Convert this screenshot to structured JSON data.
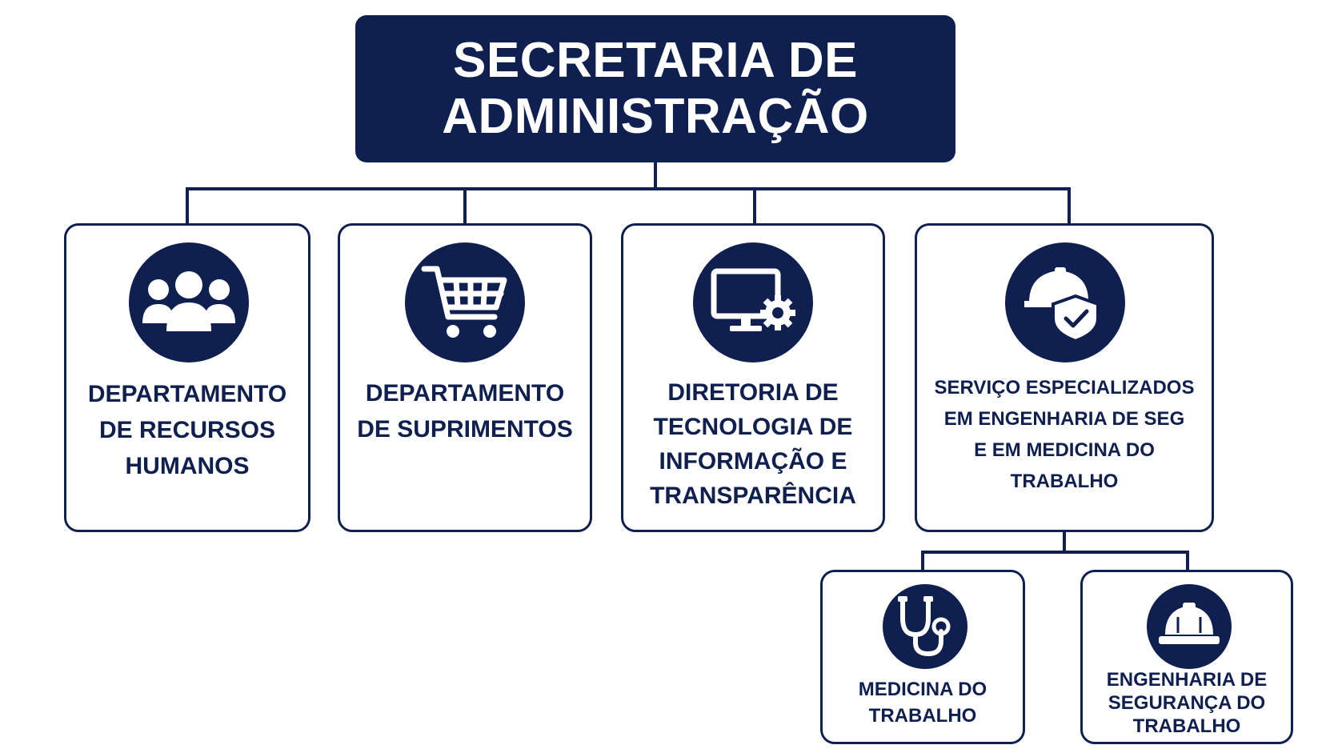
{
  "root": {
    "title": "SECRETARIA DE\nADMINISTRAÇÃO"
  },
  "departments": [
    {
      "label": "DEPARTAMENTO\nDE RECURSOS\nHUMANOS",
      "icon": "users-group-icon"
    },
    {
      "label": "DEPARTAMENTO\nDE SUPRIMENTOS",
      "icon": "shopping-cart-icon"
    },
    {
      "label": "DIRETORIA DE\nTECNOLOGIA DE\nINFORMAÇÃO E\nTRANSPARÊNCIA",
      "icon": "monitor-gear-icon"
    },
    {
      "label": "SERVIÇO ESPECIALIZADOS\nEM ENGENHARIA DE SEG\nE EM MEDICINA DO\nTRABALHO",
      "icon": "helmet-shield-icon"
    }
  ],
  "sub_units": [
    {
      "label": "MEDICINA DO\nTRABALHO",
      "icon": "stethoscope-icon"
    },
    {
      "label": "ENGENHARIA DE\nSEGURANÇA DO\nTRABALHO",
      "icon": "hard-hat-icon"
    }
  ],
  "colors": {
    "primary": "#0f1f4f",
    "background": "#ffffff"
  }
}
